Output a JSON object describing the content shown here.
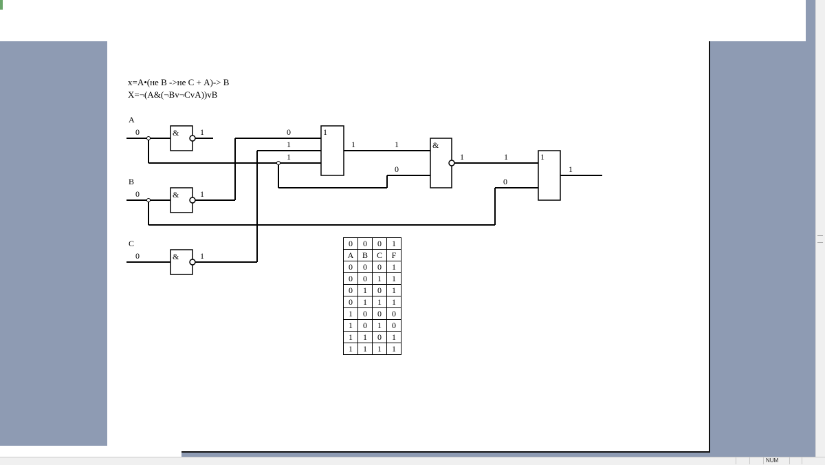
{
  "formulas": {
    "line1": "x=A•(не B ->не С + A)-> B",
    "line2": "X=¬(A&(¬Bv¬CvA))vB"
  },
  "inputs": {
    "A": {
      "label": "A",
      "value": "0",
      "not_out": "1"
    },
    "B": {
      "label": "B",
      "value": "0",
      "not_out": "1"
    },
    "C": {
      "label": "C",
      "value": "0",
      "not_out": "1"
    }
  },
  "gates": {
    "not_a": "&",
    "not_b": "&",
    "not_c": "&",
    "or1": "1",
    "and1": "&",
    "or2": "1"
  },
  "signals": {
    "or1_in1": "0",
    "or1_in2": "1",
    "or1_in3": "1",
    "or1_out": "1",
    "and1_in1": "1",
    "and1_in2": "0",
    "and1_out": "1",
    "or2_in1": "1",
    "or2_in2": "0",
    "or2_out": "1"
  },
  "truth_table": {
    "top_row": [
      "0",
      "0",
      "0",
      "1"
    ],
    "header": [
      "A",
      "B",
      "C",
      "F"
    ],
    "rows": [
      [
        "0",
        "0",
        "0",
        "1"
      ],
      [
        "0",
        "0",
        "1",
        "1"
      ],
      [
        "0",
        "1",
        "0",
        "1"
      ],
      [
        "0",
        "1",
        "1",
        "1"
      ],
      [
        "1",
        "0",
        "0",
        "0"
      ],
      [
        "1",
        "0",
        "1",
        "0"
      ],
      [
        "1",
        "1",
        "0",
        "1"
      ],
      [
        "1",
        "1",
        "1",
        "1"
      ]
    ]
  },
  "statusbar": {
    "num": "NUM"
  }
}
